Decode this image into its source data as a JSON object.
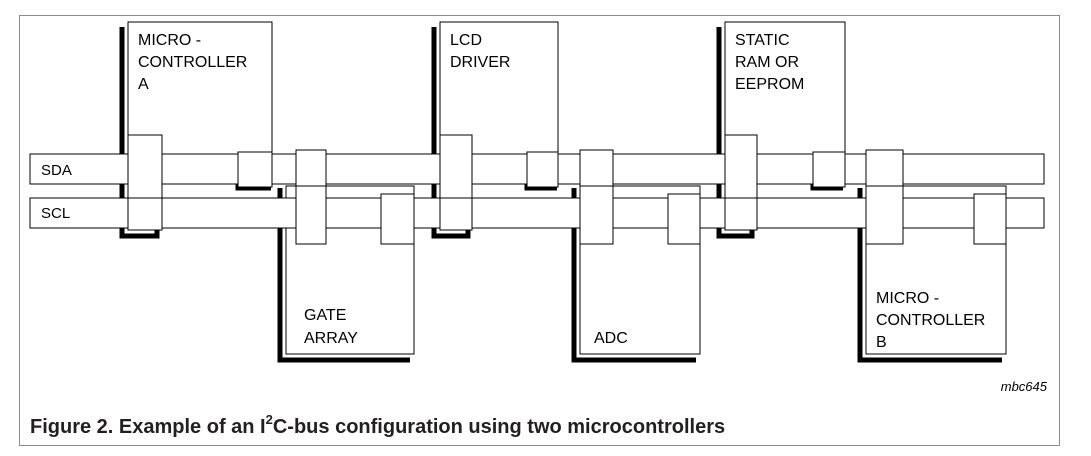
{
  "bus": {
    "sda_label": "SDA",
    "scl_label": "SCL"
  },
  "devices": {
    "micro_a": [
      "MICRO -",
      "CONTROLLER",
      "A"
    ],
    "lcd_driver": [
      "LCD",
      "DRIVER"
    ],
    "static_ram": [
      "STATIC",
      "RAM OR",
      "EEPROM"
    ],
    "gate_array": [
      "GATE",
      "ARRAY"
    ],
    "adc": [
      "ADC"
    ],
    "micro_b": [
      "MICRO -",
      "CONTROLLER",
      "B"
    ]
  },
  "figure_ref": "mbc645",
  "caption": {
    "prefix": "Figure 2.  Example of an I",
    "superscript": "2",
    "suffix": "C-bus configuration using two microcontrollers"
  }
}
